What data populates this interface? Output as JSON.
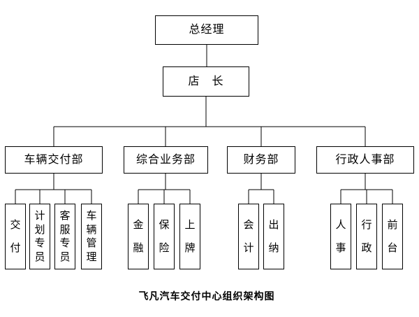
{
  "colors": {
    "background": "#ffffff",
    "line": "#000000",
    "text": "#000000",
    "box_border": "#000000",
    "box_fill": "#ffffff"
  },
  "org_chart": {
    "type": "org-tree",
    "caption": "飞凡汽车交付中心组织架构图",
    "level1": {
      "label": "总经理"
    },
    "level2": {
      "label": "店　长"
    },
    "departments": [
      {
        "label": "车辆交付部",
        "children": [
          "交付",
          "计划专员",
          "客服专员",
          "车辆管理"
        ]
      },
      {
        "label": "综合业务部",
        "children": [
          "金融",
          "保险",
          "上牌"
        ]
      },
      {
        "label": "财务部",
        "children": [
          "会计",
          "出纳"
        ]
      },
      {
        "label": "行政人事部",
        "children": [
          "人事",
          "行政",
          "前台"
        ]
      }
    ]
  }
}
